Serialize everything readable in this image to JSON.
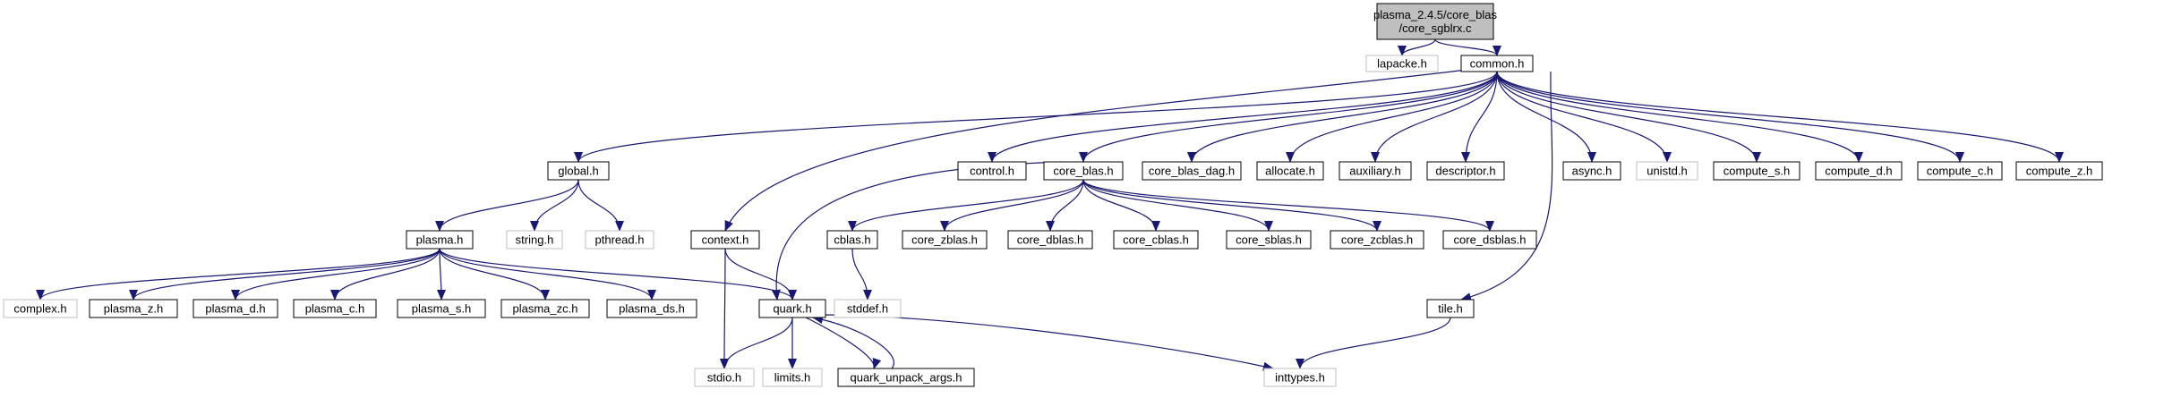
{
  "diagram": {
    "nodes": [
      {
        "id": "root",
        "lines": [
          "plasma_2.4.5/core_blas",
          "/core_sgblrx.c"
        ],
        "style": "root"
      },
      {
        "id": "lapacke",
        "lines": [
          "lapacke.h"
        ],
        "style": "ext"
      },
      {
        "id": "common",
        "lines": [
          "common.h"
        ],
        "style": "doc"
      },
      {
        "id": "global",
        "lines": [
          "global.h"
        ],
        "style": "doc"
      },
      {
        "id": "control",
        "lines": [
          "control.h"
        ],
        "style": "doc"
      },
      {
        "id": "core_blas",
        "lines": [
          "core_blas.h"
        ],
        "style": "doc"
      },
      {
        "id": "core_blas_dag",
        "lines": [
          "core_blas_dag.h"
        ],
        "style": "doc"
      },
      {
        "id": "allocate",
        "lines": [
          "allocate.h"
        ],
        "style": "doc"
      },
      {
        "id": "auxiliary",
        "lines": [
          "auxiliary.h"
        ],
        "style": "doc"
      },
      {
        "id": "descriptor",
        "lines": [
          "descriptor.h"
        ],
        "style": "doc"
      },
      {
        "id": "async",
        "lines": [
          "async.h"
        ],
        "style": "doc"
      },
      {
        "id": "unistd",
        "lines": [
          "unistd.h"
        ],
        "style": "ext"
      },
      {
        "id": "compute_s",
        "lines": [
          "compute_s.h"
        ],
        "style": "doc"
      },
      {
        "id": "compute_d",
        "lines": [
          "compute_d.h"
        ],
        "style": "doc"
      },
      {
        "id": "compute_c",
        "lines": [
          "compute_c.h"
        ],
        "style": "doc"
      },
      {
        "id": "compute_z",
        "lines": [
          "compute_z.h"
        ],
        "style": "doc"
      },
      {
        "id": "plasma",
        "lines": [
          "plasma.h"
        ],
        "style": "doc"
      },
      {
        "id": "string",
        "lines": [
          "string.h"
        ],
        "style": "ext"
      },
      {
        "id": "pthread",
        "lines": [
          "pthread.h"
        ],
        "style": "ext"
      },
      {
        "id": "context",
        "lines": [
          "context.h"
        ],
        "style": "doc"
      },
      {
        "id": "cblas",
        "lines": [
          "cblas.h"
        ],
        "style": "doc"
      },
      {
        "id": "core_zblas",
        "lines": [
          "core_zblas.h"
        ],
        "style": "doc"
      },
      {
        "id": "core_dblas",
        "lines": [
          "core_dblas.h"
        ],
        "style": "doc"
      },
      {
        "id": "core_cblas",
        "lines": [
          "core_cblas.h"
        ],
        "style": "doc"
      },
      {
        "id": "core_sblas",
        "lines": [
          "core_sblas.h"
        ],
        "style": "doc"
      },
      {
        "id": "core_zcblas",
        "lines": [
          "core_zcblas.h"
        ],
        "style": "doc"
      },
      {
        "id": "core_dsblas",
        "lines": [
          "core_dsblas.h"
        ],
        "style": "doc"
      },
      {
        "id": "complex",
        "lines": [
          "complex.h"
        ],
        "style": "ext"
      },
      {
        "id": "plasma_z",
        "lines": [
          "plasma_z.h"
        ],
        "style": "doc"
      },
      {
        "id": "plasma_d",
        "lines": [
          "plasma_d.h"
        ],
        "style": "doc"
      },
      {
        "id": "plasma_c",
        "lines": [
          "plasma_c.h"
        ],
        "style": "doc"
      },
      {
        "id": "plasma_s",
        "lines": [
          "plasma_s.h"
        ],
        "style": "doc"
      },
      {
        "id": "plasma_zc",
        "lines": [
          "plasma_zc.h"
        ],
        "style": "doc"
      },
      {
        "id": "plasma_ds",
        "lines": [
          "plasma_ds.h"
        ],
        "style": "doc"
      },
      {
        "id": "quark",
        "lines": [
          "quark.h"
        ],
        "style": "doc"
      },
      {
        "id": "stddef",
        "lines": [
          "stddef.h"
        ],
        "style": "ext"
      },
      {
        "id": "tile",
        "lines": [
          "tile.h"
        ],
        "style": "doc"
      },
      {
        "id": "stdio",
        "lines": [
          "stdio.h"
        ],
        "style": "ext"
      },
      {
        "id": "limits",
        "lines": [
          "limits.h"
        ],
        "style": "ext"
      },
      {
        "id": "quark_unpack_args",
        "lines": [
          "quark_unpack_args.h"
        ],
        "style": "doc"
      },
      {
        "id": "inttypes",
        "lines": [
          "inttypes.h"
        ],
        "style": "ext"
      }
    ],
    "edges": [
      [
        "root",
        "lapacke"
      ],
      [
        "root",
        "common"
      ],
      [
        "common",
        "global"
      ],
      [
        "common",
        "context"
      ],
      [
        "common",
        "control"
      ],
      [
        "common",
        "core_blas"
      ],
      [
        "common",
        "core_blas_dag"
      ],
      [
        "common",
        "allocate"
      ],
      [
        "common",
        "auxiliary"
      ],
      [
        "common",
        "descriptor"
      ],
      [
        "common",
        "tile"
      ],
      [
        "common",
        "async"
      ],
      [
        "common",
        "unistd"
      ],
      [
        "common",
        "compute_s"
      ],
      [
        "common",
        "compute_d"
      ],
      [
        "common",
        "compute_c"
      ],
      [
        "common",
        "compute_z"
      ],
      [
        "global",
        "plasma"
      ],
      [
        "global",
        "string"
      ],
      [
        "global",
        "pthread"
      ],
      [
        "plasma",
        "complex"
      ],
      [
        "plasma",
        "plasma_z"
      ],
      [
        "plasma",
        "plasma_d"
      ],
      [
        "plasma",
        "plasma_c"
      ],
      [
        "plasma",
        "plasma_s"
      ],
      [
        "plasma",
        "plasma_zc"
      ],
      [
        "plasma",
        "plasma_ds"
      ],
      [
        "plasma",
        "quark"
      ],
      [
        "context",
        "quark"
      ],
      [
        "context",
        "stdio"
      ],
      [
        "core_blas",
        "cblas"
      ],
      [
        "core_blas",
        "quark"
      ],
      [
        "core_blas",
        "core_zblas"
      ],
      [
        "core_blas",
        "core_dblas"
      ],
      [
        "core_blas",
        "core_cblas"
      ],
      [
        "core_blas",
        "core_sblas"
      ],
      [
        "core_blas",
        "core_zcblas"
      ],
      [
        "core_blas",
        "core_dsblas"
      ],
      [
        "cblas",
        "stddef"
      ],
      [
        "quark",
        "stdio"
      ],
      [
        "quark",
        "limits"
      ],
      [
        "quark",
        "quark_unpack_args"
      ],
      [
        "quark",
        "inttypes"
      ],
      [
        "quark_unpack_args",
        "quark"
      ],
      [
        "tile",
        "inttypes"
      ]
    ],
    "colors": {
      "edge": "#191970",
      "doc_border": "#000000",
      "ext_border": "#bfbfbf",
      "root_fill": "#bfbfbf",
      "fill": "#ffffff"
    }
  }
}
